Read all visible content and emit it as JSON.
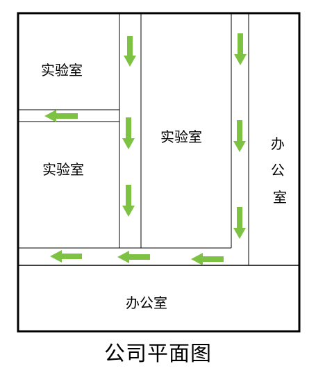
{
  "title": "公司平面图",
  "rooms": {
    "lab_top_left": "实验室",
    "lab_bottom_left": "实验室",
    "lab_center": "实验室",
    "office_right": "办公室",
    "office_bottom": "办公室"
  },
  "arrow_color": "#7DC243",
  "arrows": [
    {
      "direction": "down"
    },
    {
      "direction": "down"
    },
    {
      "direction": "down"
    },
    {
      "direction": "down"
    },
    {
      "direction": "down"
    },
    {
      "direction": "down"
    },
    {
      "direction": "left"
    },
    {
      "direction": "left"
    },
    {
      "direction": "left"
    },
    {
      "direction": "left"
    }
  ]
}
